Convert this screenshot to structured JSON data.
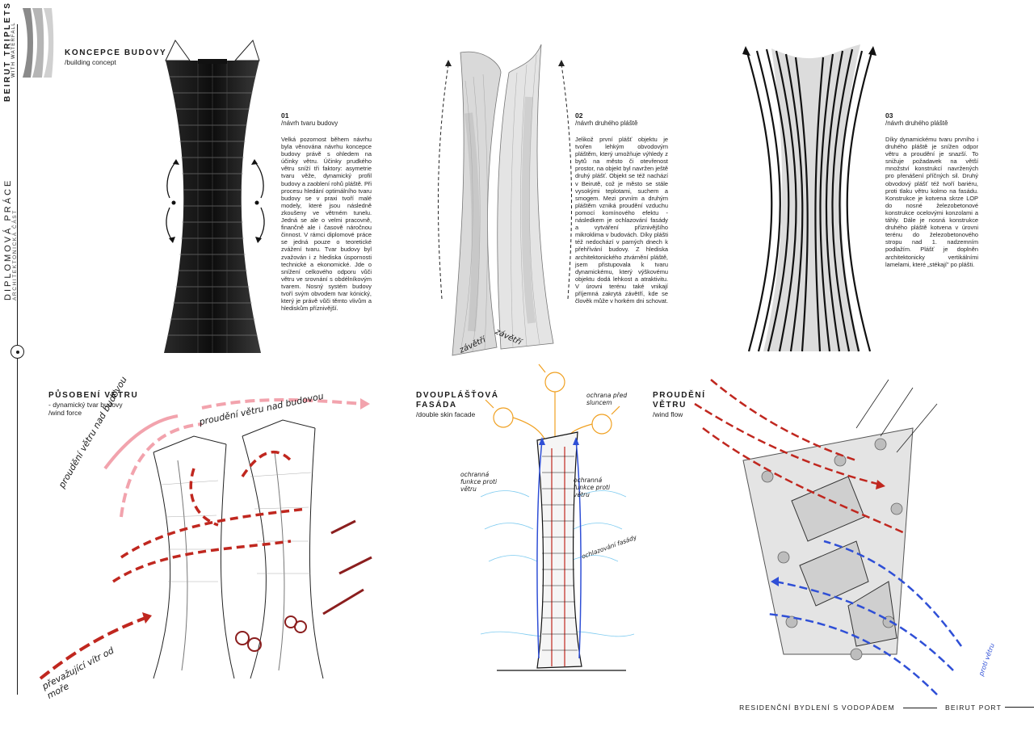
{
  "sidebar": {
    "project_title": "BEIRUT TRIPLETS",
    "project_subtitle": "WITH WATERFALL",
    "thesis_title": "DIPLOMOVÁ PRÁCE",
    "thesis_subtitle": "ARCHITEKTONICKÁ ČÁST"
  },
  "concept": {
    "title": "KONCEPCE BUDOVY",
    "subtitle": "/building concept"
  },
  "blocks": [
    {
      "num": "01",
      "title": "/návrh tvaru budovy",
      "text": "Velká pozornost během návrhu byla věnována návrhu koncepce budovy právě s ohledem na účinky větru. Účinky prudkého větru sníží tři faktory: asymetrie tvaru věže, dynamický profil budovy a zaoblení rohů pláště. Při procesu hledání optimálního tvaru budovy se v praxi tvoří malé modely, které jsou následně zkoušeny ve větrném tunelu. Jedná se ale o velmi pracovně, finančně ale i časově náročnou činnost. V rámci diplomové práce se jedná pouze o teoretické zvážení tvaru. Tvar budovy byl zvažován i z hlediska úspornosti technické a ekonomické. Jde o snížení celkového odporu vůči větru ve srovnání s obdélníkovým tvarem. Nosný systém budovy tvoří svým obvodem tvar kónický, který je právě vůči těmto vlivům a hlediskům příznivější."
    },
    {
      "num": "02",
      "title": "/návrh druhého pláště",
      "text": "Jelikož první plášť objektu je tvořen lehkým obvodovým pláštěm, který umožňuje výhledy z bytů na město či otevřenost prostor, na objekt byl navržen ještě druhý plášť. Objekt se též nachází v Beirutě, což je město se stále vysokými teplotami, suchem a smogem. Mezi prvním a druhým pláštěm vzniká proudění vzduchu pomocí komínového efektu - následkem je ochlazování fasády a vytváření příznivějšího mikroklima v budovách. Díky plášti též nedochází v parných dnech k přehřívání budovy. Z hlediska architektonického ztvárnění pláště, jsem přistupovala k tvaru dynamickému, který výškovému objektu dodá lehkost a atraktivitu. V úrovni terénu také vnikají příjemná zakrytá závětří, kde se člověk může v horkém dni schovat."
    },
    {
      "num": "03",
      "title": "/návrh druhého pláště",
      "text": "Díky dynamickému tvaru prvního i druhého pláště je snížen odpor větru a proudění je snazší. To snižuje požadavek na větší množství konstrukcí navržených pro přenášení příčných sil. Druhý obvodový plášť též tvoří bariéru, proti tlaku větru kolmo na fasádu. Konstrukce je kotvena skrze LOP do nosné železobetonové konstrukce ocelovými konzolami a táhly. Dále je nosná konstrukce druhého pláště kotvena v úrovni terénu do železobetonového stropu nad 1. nadzemním podlažím. Plášť je doplněn architektonicky vertikálními lamelami, které „stékají\" po plášti."
    }
  ],
  "labels": {
    "leeward_1": "závětří",
    "leeward_2": "závětří"
  },
  "sketch_sections": {
    "wind_force": {
      "title": "PŮSOBENÍ VĚTRU",
      "sub1": "- dynamický tvar budovy",
      "sub2": "/wind force"
    },
    "double_skin": {
      "title_line1": "DVOUPLÁŠŤOVÁ",
      "title_line2": "FASÁDA",
      "sub": "/double skin facade"
    },
    "wind_flow": {
      "title_line1": "PROUDĚNÍ",
      "title_line2": "VĚTRU",
      "sub": "/wind flow"
    }
  },
  "annotations": {
    "prevailing_wind": "převažující vítr od moře",
    "over_building_1": "proudění větru nad budovou",
    "over_building_2": "proudění větru nad budovou",
    "protective_left": "ochranná funkce proti větru",
    "protective_right": "ochranná funkce proti větru",
    "cooling": "ochlazování fasády",
    "sun_shade": "ochrana před sluncem",
    "wind_right": "proti větru"
  },
  "footer": {
    "left": "RESIDENČNÍ BYDLENÍ S VODOPÁDEM",
    "right": "BEIRUT PORT"
  },
  "colors": {
    "ink": "#1a1a1a",
    "wind_red": "#c0271f",
    "wind_pink": "#f2a3ad",
    "wind_blue": "#2f4fd6",
    "sun_orange": "#f0a020",
    "sky_blue": "#7ecbf0"
  }
}
